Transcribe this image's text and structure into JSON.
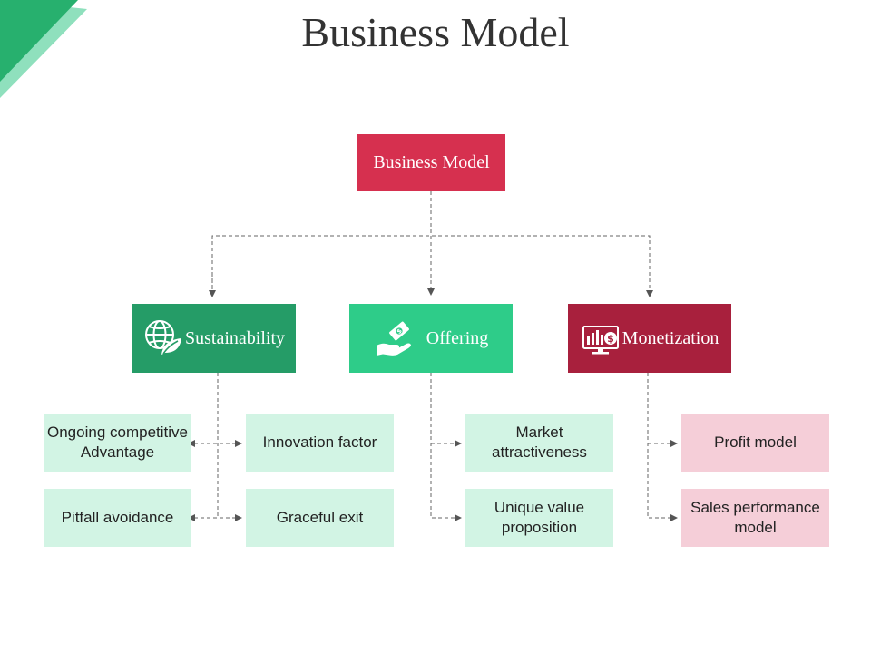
{
  "slide": {
    "title": "Business Model"
  },
  "diagram": {
    "root": {
      "label": "Business Model",
      "color": "#d6304f"
    },
    "categories": [
      {
        "label": "Sustainability",
        "icon": "globe-leaf-icon",
        "color": "#259c67",
        "items": [
          "Ongoing competitive Advantage",
          "Pitfall avoidance",
          "Innovation factor",
          "Graceful exit"
        ]
      },
      {
        "label": "Offering",
        "icon": "hand-money-icon",
        "color": "#2ecc89",
        "items": [
          "Market attractiveness",
          "Unique value proposition"
        ]
      },
      {
        "label": "Monetization",
        "icon": "monitor-dollar-icon",
        "color": "#a8203d",
        "items": [
          "Profit model",
          "Sales performance model"
        ]
      }
    ],
    "leaf_colors": {
      "green": "#d2f4e4",
      "pink": "#f5ced8"
    }
  },
  "decoration": {
    "corner_colors": [
      "#27b06e",
      "#8fe0bd"
    ]
  }
}
